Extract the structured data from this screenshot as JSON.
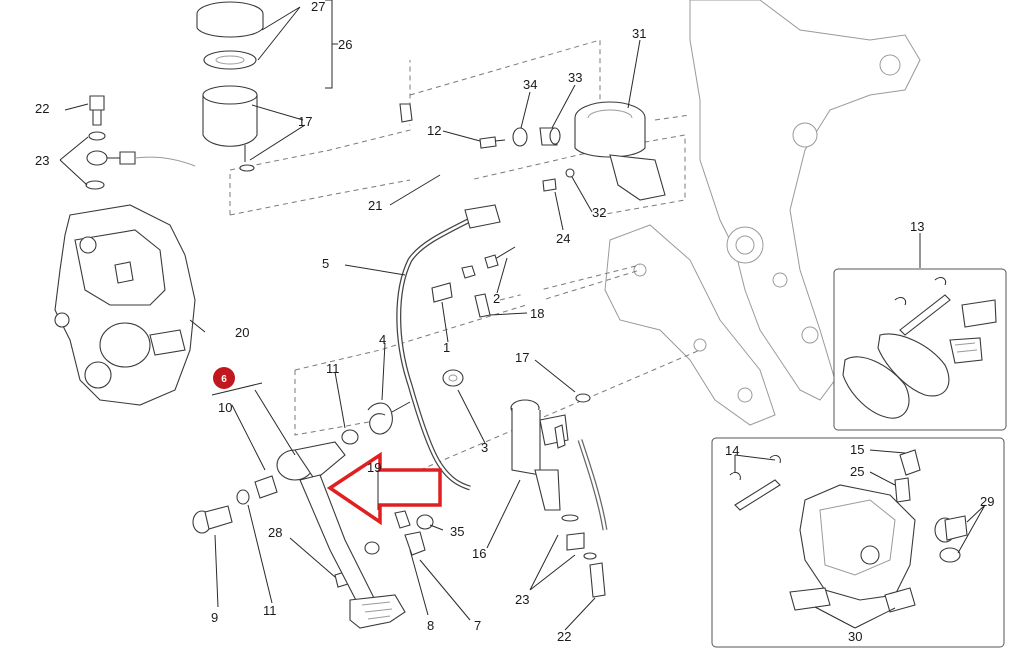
{
  "diagram": {
    "labels": {
      "l1": "1",
      "l2": "2",
      "l3": "3",
      "l4": "4",
      "l5": "5",
      "l7": "7",
      "l8": "8",
      "l9": "9",
      "l10": "10",
      "l11a": "11",
      "l11b": "11",
      "l12": "12",
      "l13": "13",
      "l14": "14",
      "l15": "15",
      "l16": "16",
      "l17a": "17",
      "l17b": "17",
      "l18": "18",
      "l19": "19",
      "l20": "20",
      "l21": "21",
      "l22a": "22",
      "l22b": "22",
      "l23a": "23",
      "l23b": "23",
      "l24": "24",
      "l25": "25",
      "l26": "26",
      "l27": "27",
      "l28": "28",
      "l29": "29",
      "l30": "30",
      "l31": "31",
      "l32": "32",
      "l33": "33",
      "l34": "34",
      "l35": "35"
    },
    "badge": "6",
    "colors": {
      "highlight_arrow": "#e02020",
      "badge": "#c0181e"
    }
  }
}
